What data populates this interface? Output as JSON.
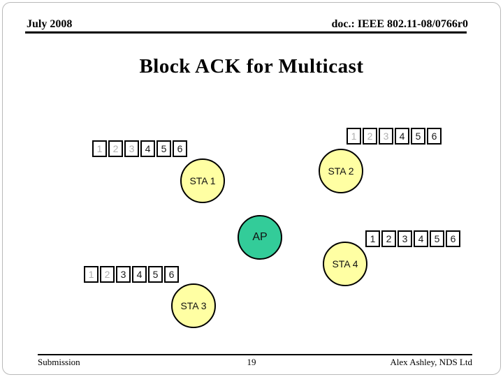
{
  "header": {
    "date": "July 2008",
    "doc": "doc.: IEEE 802.11-08/0766r0"
  },
  "title": "Block ACK for Multicast",
  "footer": {
    "left": "Submission",
    "page_number": "19",
    "right": "Alex Ashley, NDS Ltd"
  },
  "colors": {
    "station_fill": "#ffffa3",
    "ap_fill": "#33cc99",
    "node_border": "#000000",
    "dim_number": "#b0b0b0",
    "number": "#1a1a1a",
    "text": "#000000"
  },
  "nodes": {
    "sta1": {
      "label": "STA 1"
    },
    "sta2": {
      "label": "STA 2"
    },
    "ap": {
      "label": "AP"
    },
    "sta3": {
      "label": "STA 3"
    },
    "sta4": {
      "label": "STA 4"
    }
  },
  "rows": {
    "sta1": {
      "owner": "STA 1",
      "cells": [
        {
          "n": "1",
          "dim": true
        },
        {
          "n": "2",
          "dim": true
        },
        {
          "n": "3",
          "dim": true
        },
        {
          "n": "4",
          "dim": false
        },
        {
          "n": "5",
          "dim": false
        },
        {
          "n": "6",
          "dim": false
        }
      ]
    },
    "sta2": {
      "owner": "STA 2",
      "cells": [
        {
          "n": "1",
          "dim": true
        },
        {
          "n": "2",
          "dim": true
        },
        {
          "n": "3",
          "dim": true
        },
        {
          "n": "4",
          "dim": false
        },
        {
          "n": "5",
          "dim": false
        },
        {
          "n": "6",
          "dim": false
        }
      ]
    },
    "sta4": {
      "owner": "STA 4",
      "cells": [
        {
          "n": "1",
          "dim": false
        },
        {
          "n": "2",
          "dim": false
        },
        {
          "n": "3",
          "dim": false
        },
        {
          "n": "4",
          "dim": false
        },
        {
          "n": "5",
          "dim": false
        },
        {
          "n": "6",
          "dim": false
        }
      ]
    },
    "sta3": {
      "owner": "STA 3",
      "cells": [
        {
          "n": "1",
          "dim": true
        },
        {
          "n": "2",
          "dim": true
        },
        {
          "n": "3",
          "dim": false
        },
        {
          "n": "4",
          "dim": false
        },
        {
          "n": "5",
          "dim": false
        },
        {
          "n": "6",
          "dim": false
        }
      ]
    }
  }
}
